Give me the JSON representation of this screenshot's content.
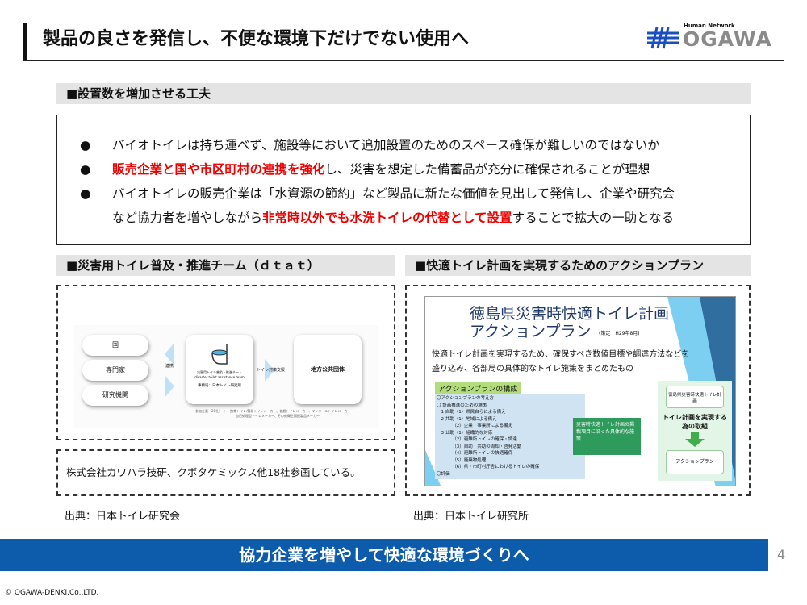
{
  "header": {
    "title": "製品の良さを発信し、不便な環境下だけでない使用へ",
    "logo_tagline": "Human Network",
    "logo_name": "OGAWA"
  },
  "section1": {
    "heading": "■設置数を増加させる工夫",
    "bullets": [
      {
        "bullet": "●",
        "parts": [
          {
            "text": "バイオトイレは持ち運べず、施設等において追加設置のためのスペース確保が難しいのではないか",
            "red": false
          }
        ]
      },
      {
        "bullet": "●",
        "parts": [
          {
            "text": "販売企業と国や市区町村の連携を強化",
            "red": true
          },
          {
            "text": "し、災害を想定した備蓄品が充分に確保されることが理想",
            "red": false
          }
        ]
      },
      {
        "bullet": "●",
        "parts": [
          {
            "text": "バイオトイレの販売企業は「水資源の節約」など製品に新たな価値を見出して発信し、企業や研究会",
            "red": false
          }
        ]
      },
      {
        "bullet": "",
        "parts": [
          {
            "text": "など協力者を増やしながら",
            "red": false
          },
          {
            "text": "非常時以外でも水洗トイレの代替として設置",
            "red": true
          },
          {
            "text": "することで拡大の一助となる",
            "red": false
          }
        ]
      }
    ]
  },
  "left_panel": {
    "heading": "■災害用トイレ普及・推進チーム（ｄｔａｔ）",
    "diagram": {
      "members": [
        "国",
        "専門家",
        "研究機関"
      ],
      "link_label": "連携",
      "team_name_jp": "災害用トイレ普及・推進チーム",
      "team_name_en": "disaster toilet assistance team",
      "office": "事務局：日本トイレ研究所",
      "support_label": "トイレ対策支援",
      "target": "地方公共団体",
      "participants_label": "参加企業（20社）",
      "participants_line1": "携帯トイレ/簡易トイレメーカー、仮設トイレメーカー、マンホールトイレメーカー",
      "participants_line2": "自己処理型トイレメーカー、その他衛生関連製品メーカー"
    },
    "note": "株式会社カワハラ技研、クボタケミックス他18社参画している。",
    "source": "出典：日本トイレ研究会"
  },
  "right_panel": {
    "heading": "■快適トイレ計画を実現するためのアクションプラン",
    "slide": {
      "title1": "徳島県災害時快適トイレ計画",
      "title2": "アクションプラン",
      "date": "(策定　H29年8月)",
      "desc1": "快適トイレ計画を実現するため、確保すべき数値目標や調達方法などを",
      "desc2": "盛り込み、各部局の具体的なトイレ施策をまとめたもの",
      "structure_heading": "アクションプランの構成",
      "structure": [
        "〇アクションプランの考え方",
        "〇 計画推進のための施策",
        "　1 自助（1）県民自らによる備え",
        "　2 共助（1）地域による備え",
        "　　　　（2）企業・事業所による備え",
        "　3 公助（1）組織的な対応",
        "　　　　（2）避難所トイレの確保・調達",
        "　　　　（3）自助・共助の周知・啓発活動",
        "　　　　（4）避難所トイレの快適確保",
        "　　　　（5）廃棄物処理",
        "　　　　（6）県・市町村庁舎におけるトイレの確保",
        "〇評価"
      ],
      "callout": "災害時快適トイレ計画の掲載項目に沿った具体的な施策",
      "box_top": "徳島県災害時快適トイレ計画",
      "middle": "トイレ計画を実現する為の取組",
      "box_bottom": "アクションプラン"
    },
    "source": "出典：日本トイレ研究所"
  },
  "banner": "協力企業を増やして快適な環境づくりへ",
  "page_number": "4",
  "footer": "© OGAWA-DENKI.Co.,LTD.",
  "colors": {
    "accent": "#0d5bab",
    "red": "#ee0000"
  }
}
